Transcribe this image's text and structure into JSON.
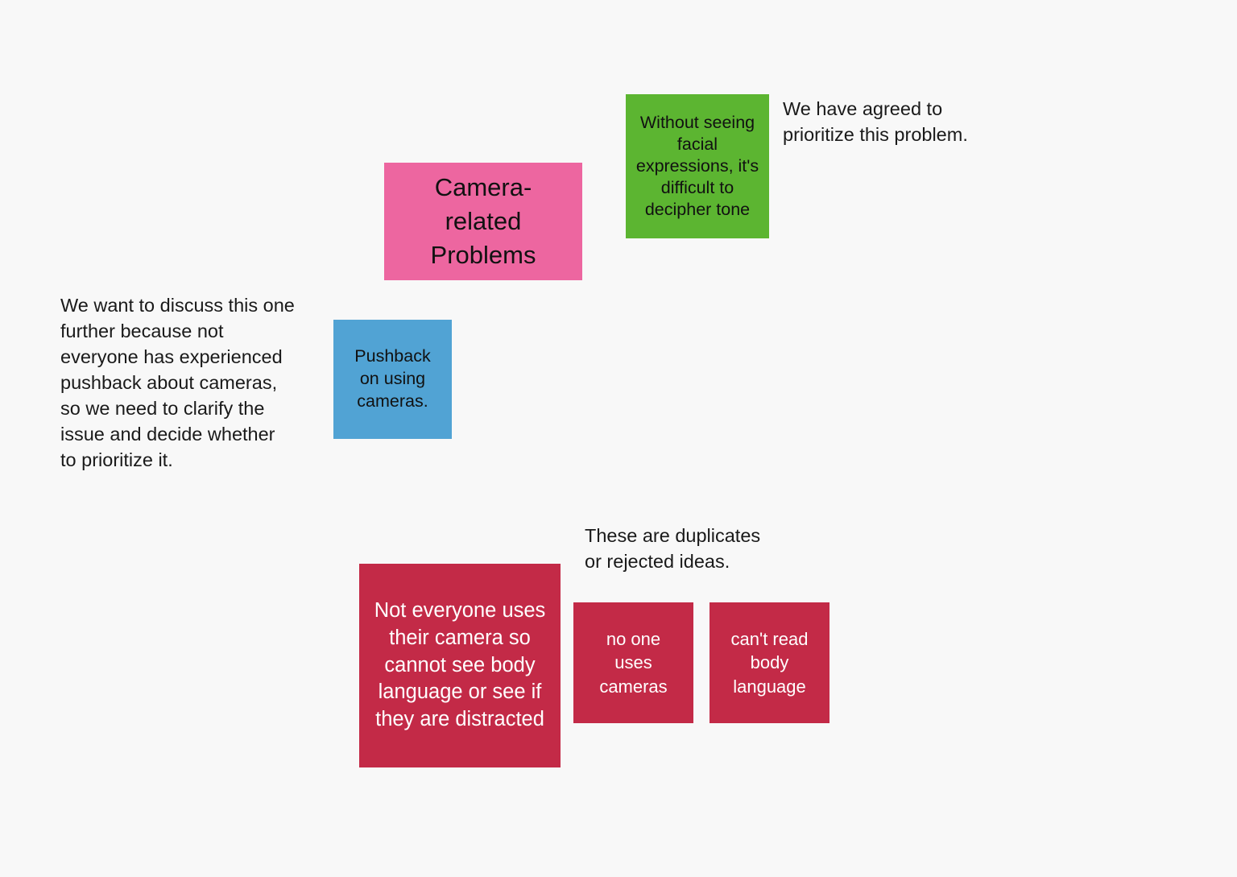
{
  "board": {
    "background_color": "#F8F8F8",
    "notes": [
      {
        "id": "camera-related-problems",
        "text": "Camera-\nrelated\nProblems",
        "color": "#ED66A0",
        "color_name": "pink",
        "role": "topic"
      },
      {
        "id": "without-seeing-facial-expressions",
        "text": "Without seeing\nfacial\nexpressions, it's\ndifficult to\ndecipher tone",
        "color": "#5CB531",
        "color_name": "green",
        "role": "prioritized"
      },
      {
        "id": "pushback-on-using-cameras",
        "text": "Pushback\non using\ncameras.",
        "color": "#51A3D4",
        "color_name": "blue",
        "role": "needs-discussion"
      },
      {
        "id": "not-everyone-uses-their-camera",
        "text": "Not everyone uses\ntheir camera so\ncannot see body\nlanguage or see if\nthey are distracted",
        "color": "#C32A47",
        "color_name": "red",
        "role": "duplicate-or-rejected"
      },
      {
        "id": "no-one-uses-cameras",
        "text": "no one\nuses\ncameras",
        "color": "#C32A47",
        "color_name": "red",
        "role": "duplicate-or-rejected"
      },
      {
        "id": "cant-read-body-language",
        "text": "can't read\nbody\nlanguage",
        "color": "#C32A47",
        "color_name": "red",
        "role": "duplicate-or-rejected"
      }
    ],
    "annotations": [
      {
        "id": "agreed-annotation",
        "text": "We have agreed to\nprioritize this problem."
      },
      {
        "id": "discuss-annotation",
        "text": "We want to discuss this one\nfurther because not\neveryone has experienced\npushback about cameras,\nso we need to clarify the\nissue and decide whether\nto prioritize it."
      },
      {
        "id": "duplicates-annotation",
        "text": "These are duplicates\nor rejected ideas."
      }
    ]
  }
}
